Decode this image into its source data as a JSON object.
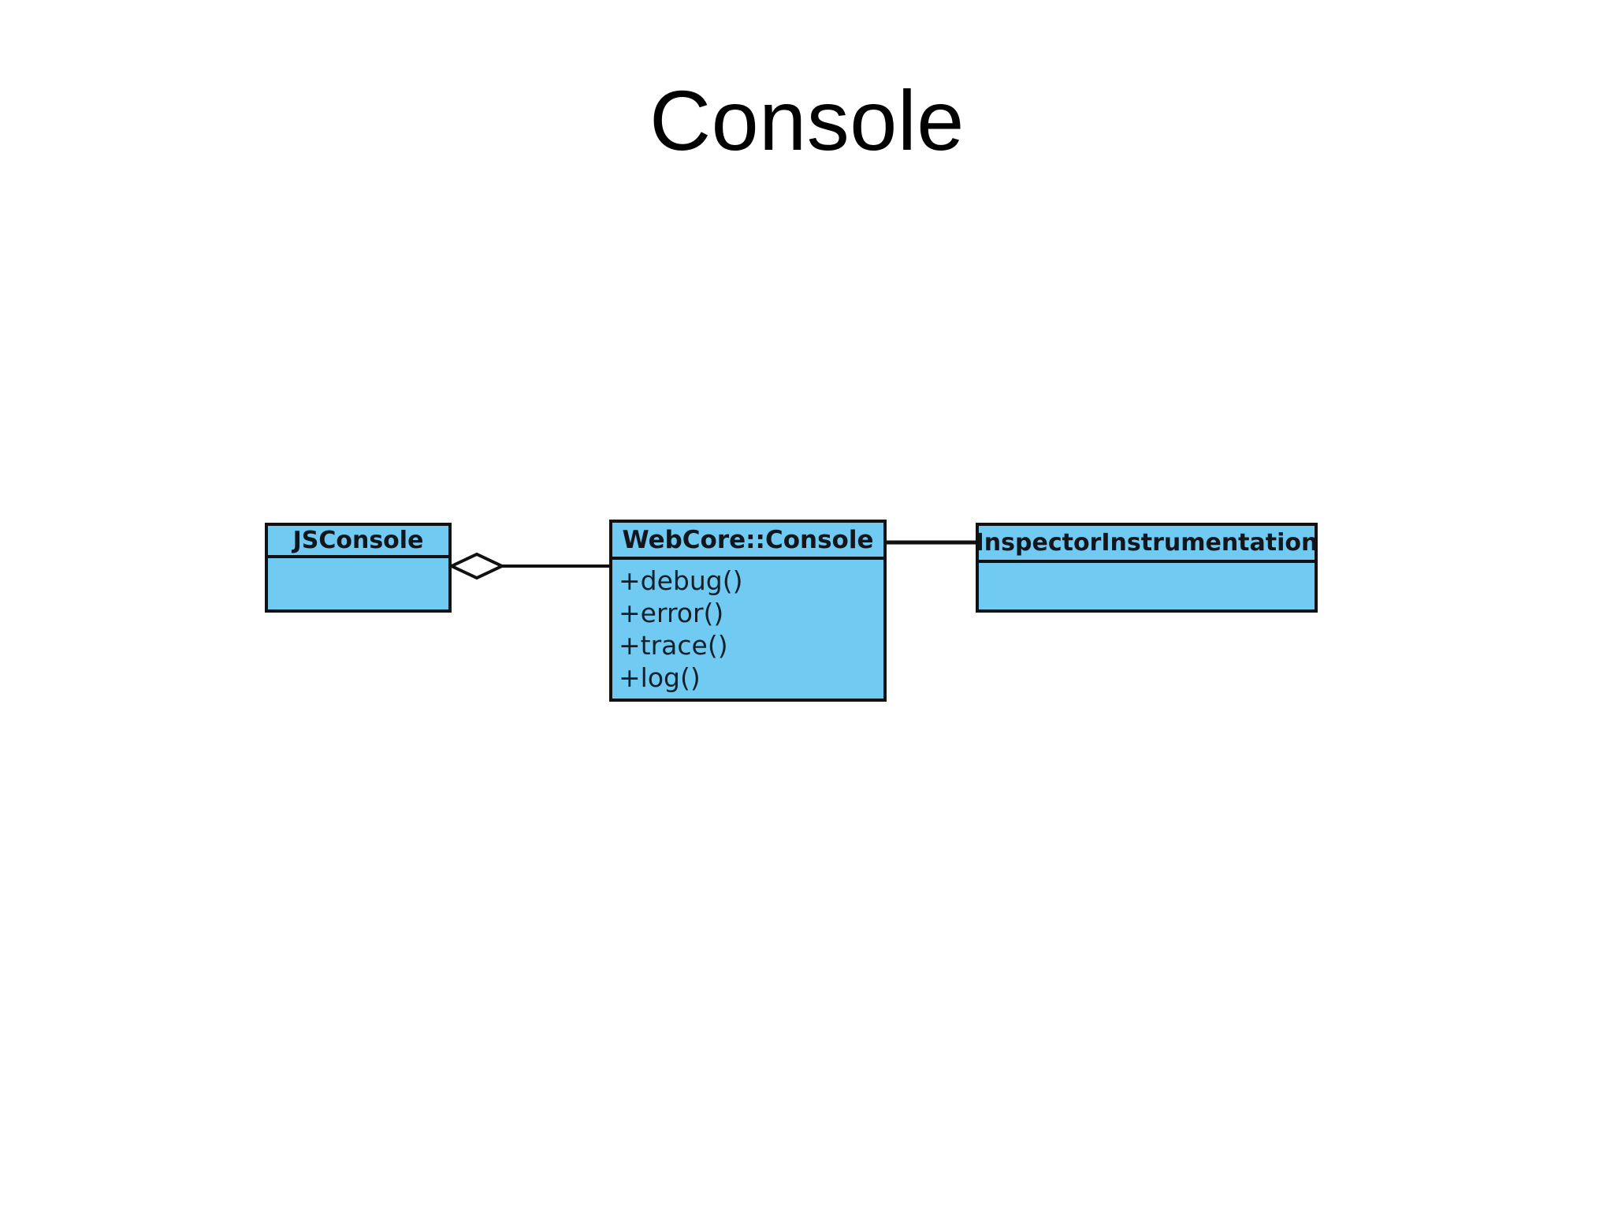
{
  "slide": {
    "title": "Console",
    "background_color": "#ffffff"
  },
  "theme": {
    "class_fill": "#71caf2",
    "class_border": "#111111",
    "text_color": "#10161c",
    "connector_color": "#111111",
    "diamond_fill": "#ffffff"
  },
  "diagram": {
    "type": "uml-class-diagram",
    "classes": [
      {
        "id": "jsconsole",
        "name": "JSConsole",
        "members": []
      },
      {
        "id": "webcore-console",
        "name": "WebCore::Console",
        "members": [
          "+debug()",
          "+error()",
          "+trace()",
          "+log()"
        ]
      },
      {
        "id": "inspector-instrumentation",
        "name": "InspectorInstrumentation",
        "members": []
      }
    ],
    "relationships": [
      {
        "id": "aggregation-jsconsole-webcore-console",
        "type": "aggregation",
        "from": "jsconsole",
        "to": "webcore-console",
        "decorator": "hollow-diamond",
        "label": ""
      },
      {
        "id": "association-webcore-console-inspector",
        "type": "association",
        "from": "webcore-console",
        "to": "inspector-instrumentation",
        "decorator": "none",
        "label": ""
      }
    ]
  }
}
